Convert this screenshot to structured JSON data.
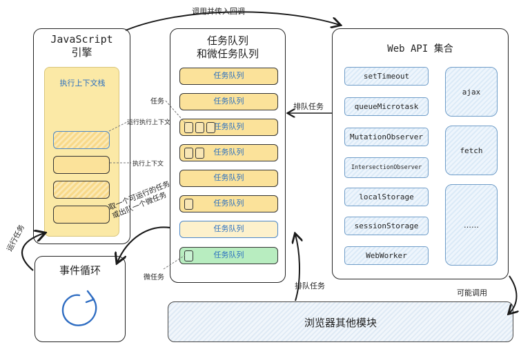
{
  "top_arrow_label": "调用并传入回调",
  "js_engine": {
    "title_line1": "JavaScript",
    "title_line2": "引擎",
    "context_title": "执行上下文栈",
    "running_context_label": "运行执行上下文",
    "context_label": "执行上下文"
  },
  "queue": {
    "title_line1": "任务队列",
    "title_line2": "和微任务队列",
    "item_label": "任务队列",
    "task_label": "任务",
    "microtask_label": "微任务",
    "fetch_label_line1": "取一个可运行的任务",
    "fetch_label_line2": "或出队一个微任务"
  },
  "event_loop": {
    "title": "事件循环",
    "run_task_label": "运行任务"
  },
  "web_api": {
    "title": "Web API 集合",
    "items": [
      "setTimeout",
      "queueMicrotask",
      "MutationObserver",
      "IntersectionObserver",
      "localStorage",
      "sessionStorage",
      "WebWorker"
    ],
    "side_items": [
      "ajax",
      "fetch",
      "……"
    ],
    "enqueue_label": "排队任务"
  },
  "browser_modules": {
    "title": "浏览器其他模块",
    "enqueue_label": "排队任务",
    "may_call_label": "可能调用"
  },
  "colors": {
    "task_yellow": "#fbe29a",
    "microtask_green": "#b8edc0",
    "api_blue": "#dbeaf7",
    "label_blue": "#2a6fc0",
    "loop_blue": "#2f6dc2"
  }
}
